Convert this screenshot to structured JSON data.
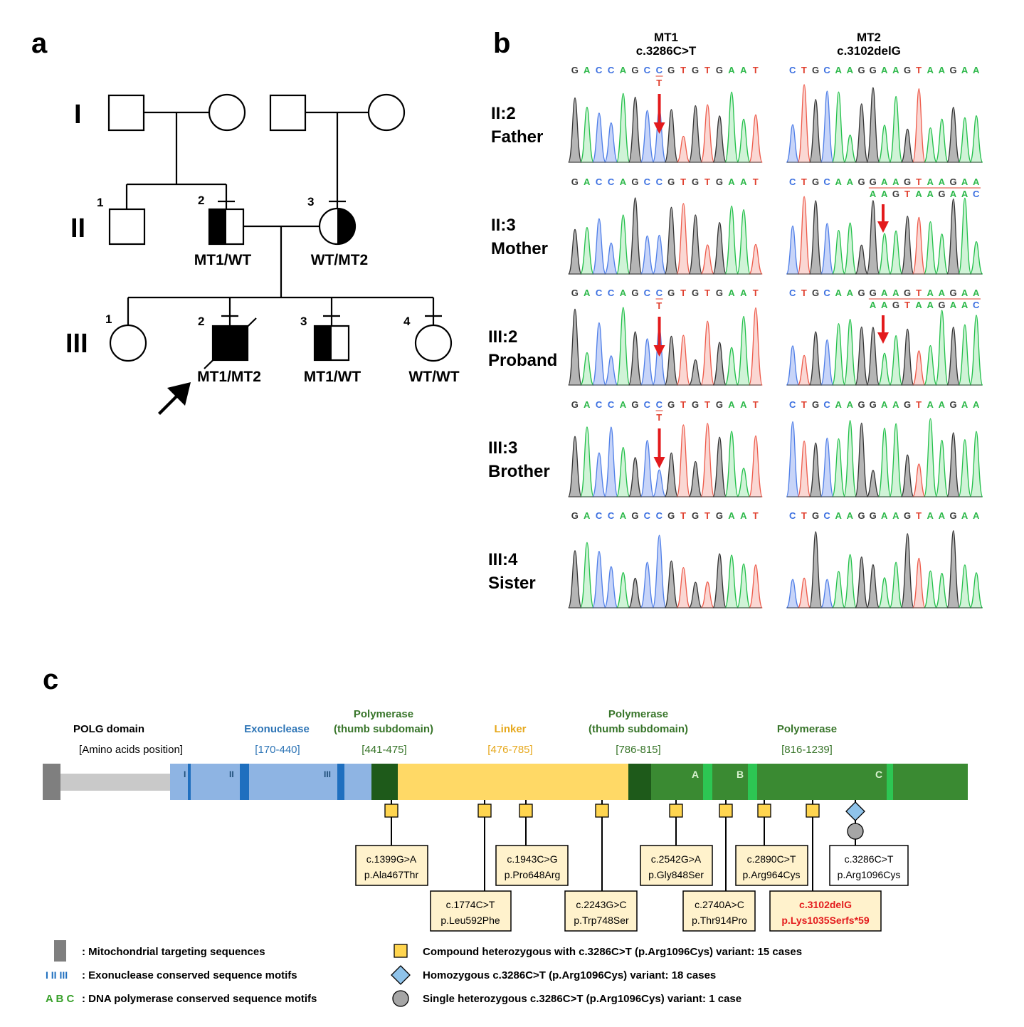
{
  "panel_a": {
    "label": "a",
    "generations": [
      "I",
      "II",
      "III"
    ],
    "gen2_numbers": [
      "1",
      "2",
      "3"
    ],
    "gen3_numbers": [
      "1",
      "2",
      "3",
      "4"
    ],
    "genotypes": {
      "II_2": "MT1/WT",
      "II_3": "WT/MT2",
      "III_2": "MT1/MT2",
      "III_3": "MT1/WT",
      "III_4": "WT/WT"
    }
  },
  "panel_b": {
    "label": "b",
    "mt1_name": "MT1",
    "mt1_variant": "c.3286C>T",
    "mt2_name": "MT2",
    "mt2_variant": "c.3102delG",
    "seq_mt1": "G A C C A G C C G T G T G A A T",
    "seq_mt2": "C T G C A A G G A A G T A A G A A",
    "alt_base": "T",
    "shifted_seq": "A A G T A A G A A C",
    "individuals": [
      {
        "id": "II:2",
        "role": "Father"
      },
      {
        "id": "II:3",
        "role": "Mother"
      },
      {
        "id": "III:2",
        "role": "Proband"
      },
      {
        "id": "III:3",
        "role": "Brother"
      },
      {
        "id": "III:4",
        "role": "Sister"
      }
    ]
  },
  "panel_c": {
    "label": "c",
    "domains": [
      {
        "title": "POLG domain",
        "range": "[Amino acids position]",
        "color": "#000000"
      },
      {
        "title": "Exonuclease",
        "range": "[170-440]",
        "color": "#2e75b6"
      },
      {
        "title": "Polymerase",
        "title2": "(thumb subdomain)",
        "range": "[441-475]",
        "color": "#38752a"
      },
      {
        "title": "Linker",
        "range": "[476-785]",
        "color": "#e6a81c"
      },
      {
        "title": "Polymerase",
        "title2": "(thumb subdomain)",
        "range": "[786-815]",
        "color": "#38752a"
      },
      {
        "title": "Polymerase",
        "range": "[816-1239]",
        "color": "#38752a"
      }
    ],
    "exo_motifs": [
      "I",
      "II",
      "III"
    ],
    "pol_motifs": [
      "A",
      "B",
      "C"
    ],
    "mutations": [
      {
        "c": "c.1399G>A",
        "p": "p.Ala467Thr"
      },
      {
        "c": "c.1774C>T",
        "p": "p.Leu592Phe"
      },
      {
        "c": "c.1943C>G",
        "p": "p.Pro648Arg"
      },
      {
        "c": "c.2243G>C",
        "p": "p.Trp748Ser"
      },
      {
        "c": "c.2542G>A",
        "p": "p.Gly848Ser"
      },
      {
        "c": "c.2740A>C",
        "p": "p.Thr914Pro"
      },
      {
        "c": "c.2890C>T",
        "p": "p.Arg964Cys"
      },
      {
        "c": "c.3102delG",
        "p": "p.Lys1035Serfs*59"
      },
      {
        "c": "c.3286C>T",
        "p": "p.Arg1096Cys"
      }
    ],
    "legend": {
      "mts": ": Mitochondrial targeting sequences",
      "exo_symbol": "I II III",
      "exo": ": Exonuclease conserved sequence motifs",
      "pol_symbol": "A B C",
      "pol": ": DNA polymerase conserved sequence motifs",
      "compound": "Compound heterozygous with c.3286C>T (p.Arg1096Cys) variant: 15 cases",
      "homozygous": "Homozygous c.3286C>T (p.Arg1096Cys) variant: 18 cases",
      "single": "Single heterozygous c.3286C>T (p.Arg1096Cys) variant: 1 case"
    }
  }
}
